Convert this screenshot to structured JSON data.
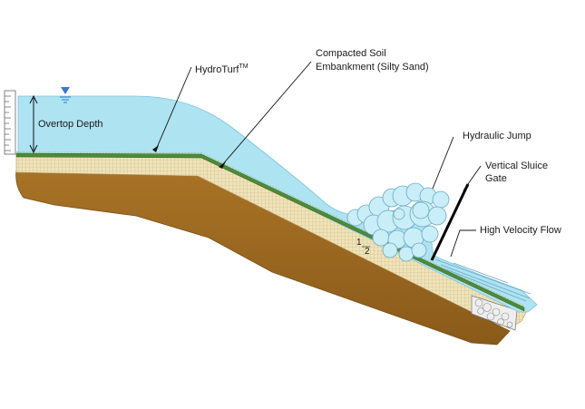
{
  "labels": {
    "hydroturf": "HydroTurf",
    "hydroturf_tm": "TM",
    "compacted_soil_line1": "Compacted Soil",
    "compacted_soil_line2": "Embankment (Silty Sand)",
    "overtop_depth": "Overtop Depth",
    "hydraulic_jump": "Hydraulic Jump",
    "sluice_gate_line1": "Vertical Sluice",
    "sluice_gate_line2": "Gate",
    "high_velocity_flow": "High Velocity Flow",
    "slope_ratio_top": "1",
    "slope_ratio_bottom": "2"
  },
  "colors": {
    "water": "#aee3f2",
    "water_edge": "#7cc3dc",
    "soil_fill": "#efe3b8",
    "soil_grid": "#cdb88a",
    "foundation": "#9a6a22",
    "foundation_dark": "#7a4f16",
    "turf": "#4f8a3a",
    "turf_light": "#a9c98a",
    "riprap": "#ededed",
    "gauge": "#666666",
    "water_symbol": "#3a78d6"
  }
}
